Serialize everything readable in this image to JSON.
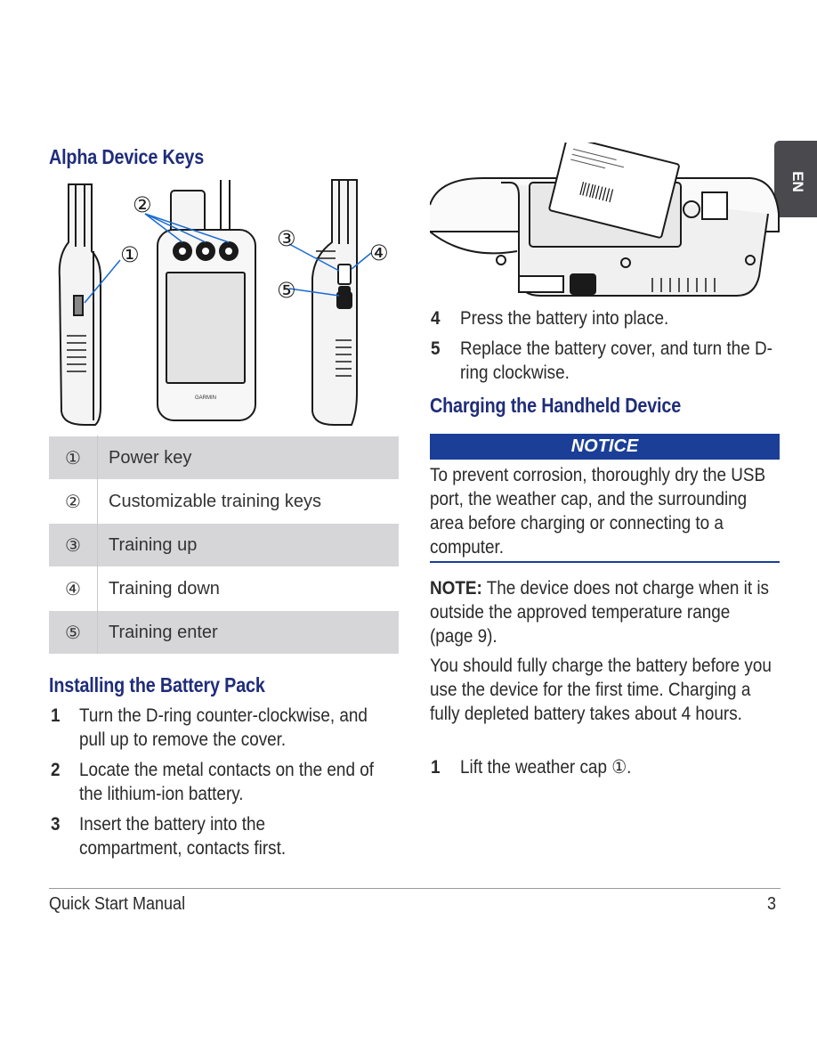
{
  "sections": {
    "alpha_keys_title": "Alpha Device Keys",
    "installing_title": "Installing the Battery Pack",
    "charging_title": "Charging the Handheld Device"
  },
  "lang_tab": "EN",
  "device_illustration": {
    "callouts": [
      "①",
      "②",
      "③",
      "④",
      "⑤"
    ],
    "brand": "GARMIN"
  },
  "keys_table": [
    {
      "num": "①",
      "label": "Power key"
    },
    {
      "num": "②",
      "label": "Customizable training keys"
    },
    {
      "num": "③",
      "label": "Training up"
    },
    {
      "num": "④",
      "label": "Training down"
    },
    {
      "num": "⑤",
      "label": "Training enter"
    }
  ],
  "install_steps": [
    {
      "num": "1",
      "text": "Turn the D-ring counter-clockwise, and pull up to remove the cover."
    },
    {
      "num": "2",
      "text": "Locate the metal contacts on the end of the lithium-ion battery."
    },
    {
      "num": "3",
      "text": "Insert the battery into the compartment, contacts first."
    }
  ],
  "install_steps_cont": [
    {
      "num": "4",
      "text": "Press the battery into place."
    },
    {
      "num": "5",
      "text": "Replace the battery cover, and turn the D-ring clockwise."
    }
  ],
  "notice": {
    "title": "NOTICE",
    "text": "To prevent corrosion, thoroughly dry the USB port, the weather cap, and the surrounding area before charging or connecting to a computer."
  },
  "note": {
    "label": "NOTE:",
    "text": " The device does not charge when it is outside the approved temperature range (page 9)."
  },
  "charge_para": "You should fully charge the battery before you use the device for the first time. Charging a fully depleted battery takes about 4 hours.",
  "charge_steps": [
    {
      "num": "1",
      "text": "Lift the weather cap ①."
    }
  ],
  "footer": {
    "left": "Quick Start Manual",
    "page": "3"
  }
}
